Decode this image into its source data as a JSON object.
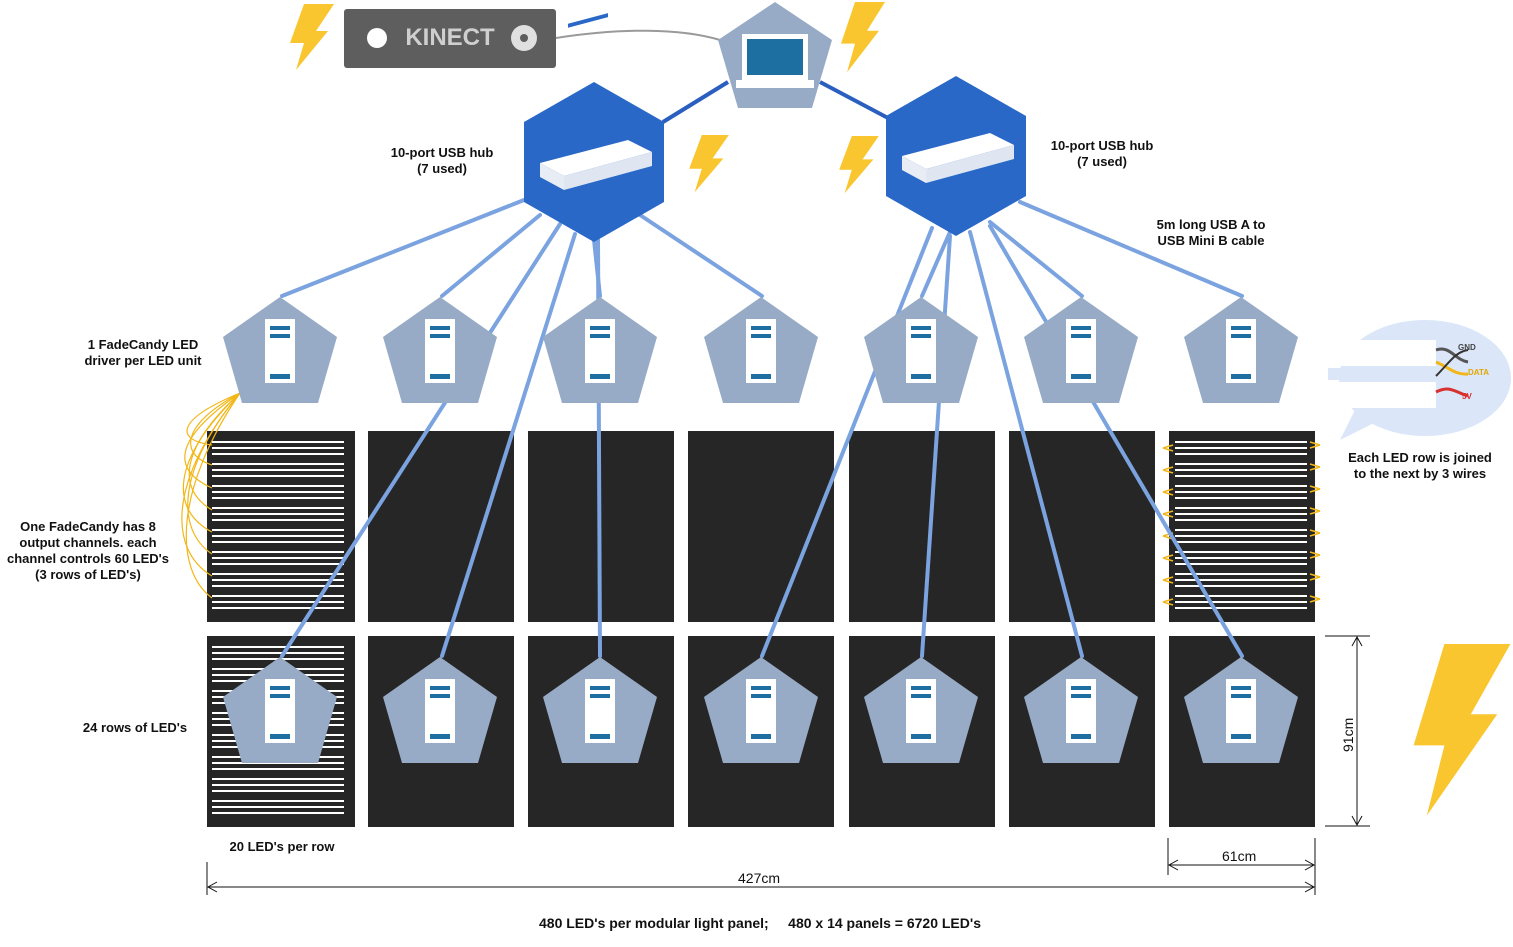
{
  "kinect": {
    "label": "KINECT"
  },
  "hubs": [
    {
      "label_line1": "10-port USB hub",
      "label_line2": "(7 used)"
    },
    {
      "label_line1": "10-port USB hub",
      "label_line2": "(7 used)"
    }
  ],
  "cable_note": {
    "line1": "5m long USB A to",
    "line2": "USB Mini B cable"
  },
  "fadecandy_note": {
    "line1": "1 FadeCandy LED",
    "line2": "driver per LED unit"
  },
  "channels_note": {
    "line1": "One FadeCandy has 8",
    "line2": "output channels. each",
    "line3": "channel controls 60 LED's",
    "line4": "(3 rows of LED's)"
  },
  "rows_note": "24 rows of LED's",
  "per_row_note": "20 LED's per row",
  "wires_note": {
    "line1": "Each LED row is joined",
    "line2": "to the next by 3 wires"
  },
  "wire_labels": {
    "gnd": "GND",
    "data": "DATA",
    "v5": "5V"
  },
  "dimensions": {
    "panel_height": "91cm",
    "panel_width": "61cm",
    "total_width": "427cm"
  },
  "footer": "480 LED's per modular light panel;     480 x 14 panels = 6720 LED's",
  "colors": {
    "hub_blue": "#2a68c8",
    "cable_light": "#7ba3e0",
    "cable_dark": "#2a5fc0",
    "pentagon": "#98abc6",
    "panel": "#262626",
    "bolt": "#f9c62f",
    "driver_accent": "#1c6fa0",
    "wire_yellow": "#f2b616"
  }
}
